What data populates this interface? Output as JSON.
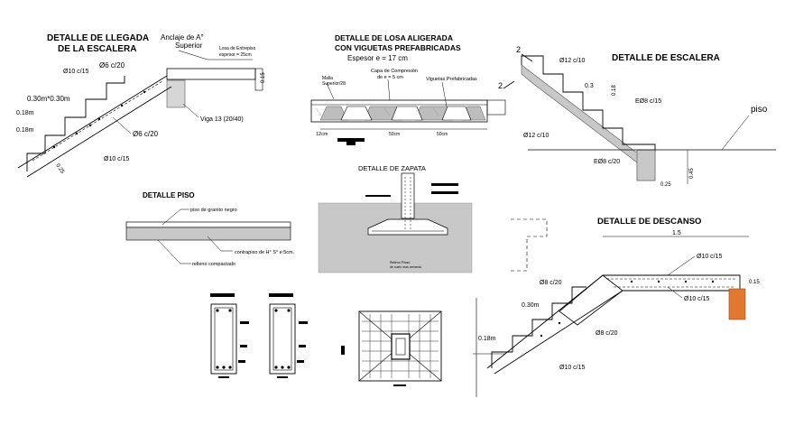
{
  "llegada": {
    "title_1": "DETALLE DE LLEGADA",
    "title_2": "DE LA ESCALERA",
    "anchor_1": "Anclaje de A°",
    "anchor_2": "Superior",
    "slab_1": "Losa de Entrepiso",
    "slab_2": "espesor = 25cm",
    "bar_top_1": "Ø6 c/20",
    "bar_top_2": "Ø10 c/15",
    "step_dims": "0.30m*0.30m",
    "riser_1": "0.18m",
    "riser_2": "0.18m",
    "bar_mid": "Ø6 c/20",
    "bar_bot": "Ø10 c/15",
    "beam": "Viga 13 (20/40)",
    "dim_side": "0.15",
    "dim_h": "0.25"
  },
  "losa": {
    "title_1": "DETALLE DE LOSA ALIGERADA",
    "title_2": "CON VIGUETAS PREFABRICADAS",
    "title_3": "Espesor   e = 17 cm",
    "malla_1": "Malla",
    "malla_2": "Superior/28",
    "capa_1": "Capa de Compresión",
    "capa_2": "de  e = 5 cm",
    "viguetas": "Viguetas Prefabricadas",
    "dim_12": "12cm",
    "dim_a": "50cm",
    "dim_b": "50cm"
  },
  "escalera": {
    "title": "DETALLE DE ESCALERA",
    "cut_1": "2",
    "cut_2": "2",
    "bar_1": "Ø12 c/10",
    "dim_03": "0.3",
    "dim_018": "0.18",
    "bar_2": "EØ8 c/15",
    "bar_3": "Ø12 c/10",
    "bar_4": "EØ8 c/20",
    "piso": "piso",
    "dim_025": "0.25",
    "dim_045": "0.45"
  },
  "piso": {
    "title": "DETALLE PISO",
    "label_1": "piso de granito negro",
    "label_2": "contrapiso de H° S° e:5cm.",
    "label_3": "relleno compactado"
  },
  "zapata": {
    "title": "DETALLE DE ZAPATA",
    "note_1": "Relleno Piloso",
    "note_2": "de suelo mas cemento"
  },
  "descanso": {
    "title": "DETALLE DE DESCANSO",
    "dim_15": "1.5",
    "bar_1": "Ø10 c/15",
    "bar_2": "Ø8 c/20",
    "bar_3": "Ø10 c/15",
    "dim_015": "0.15",
    "step_dims": "0.30m",
    "riser": "0.18m",
    "bar_4": "Ø8 c/20",
    "bar_5": "Ø10 c/15"
  }
}
